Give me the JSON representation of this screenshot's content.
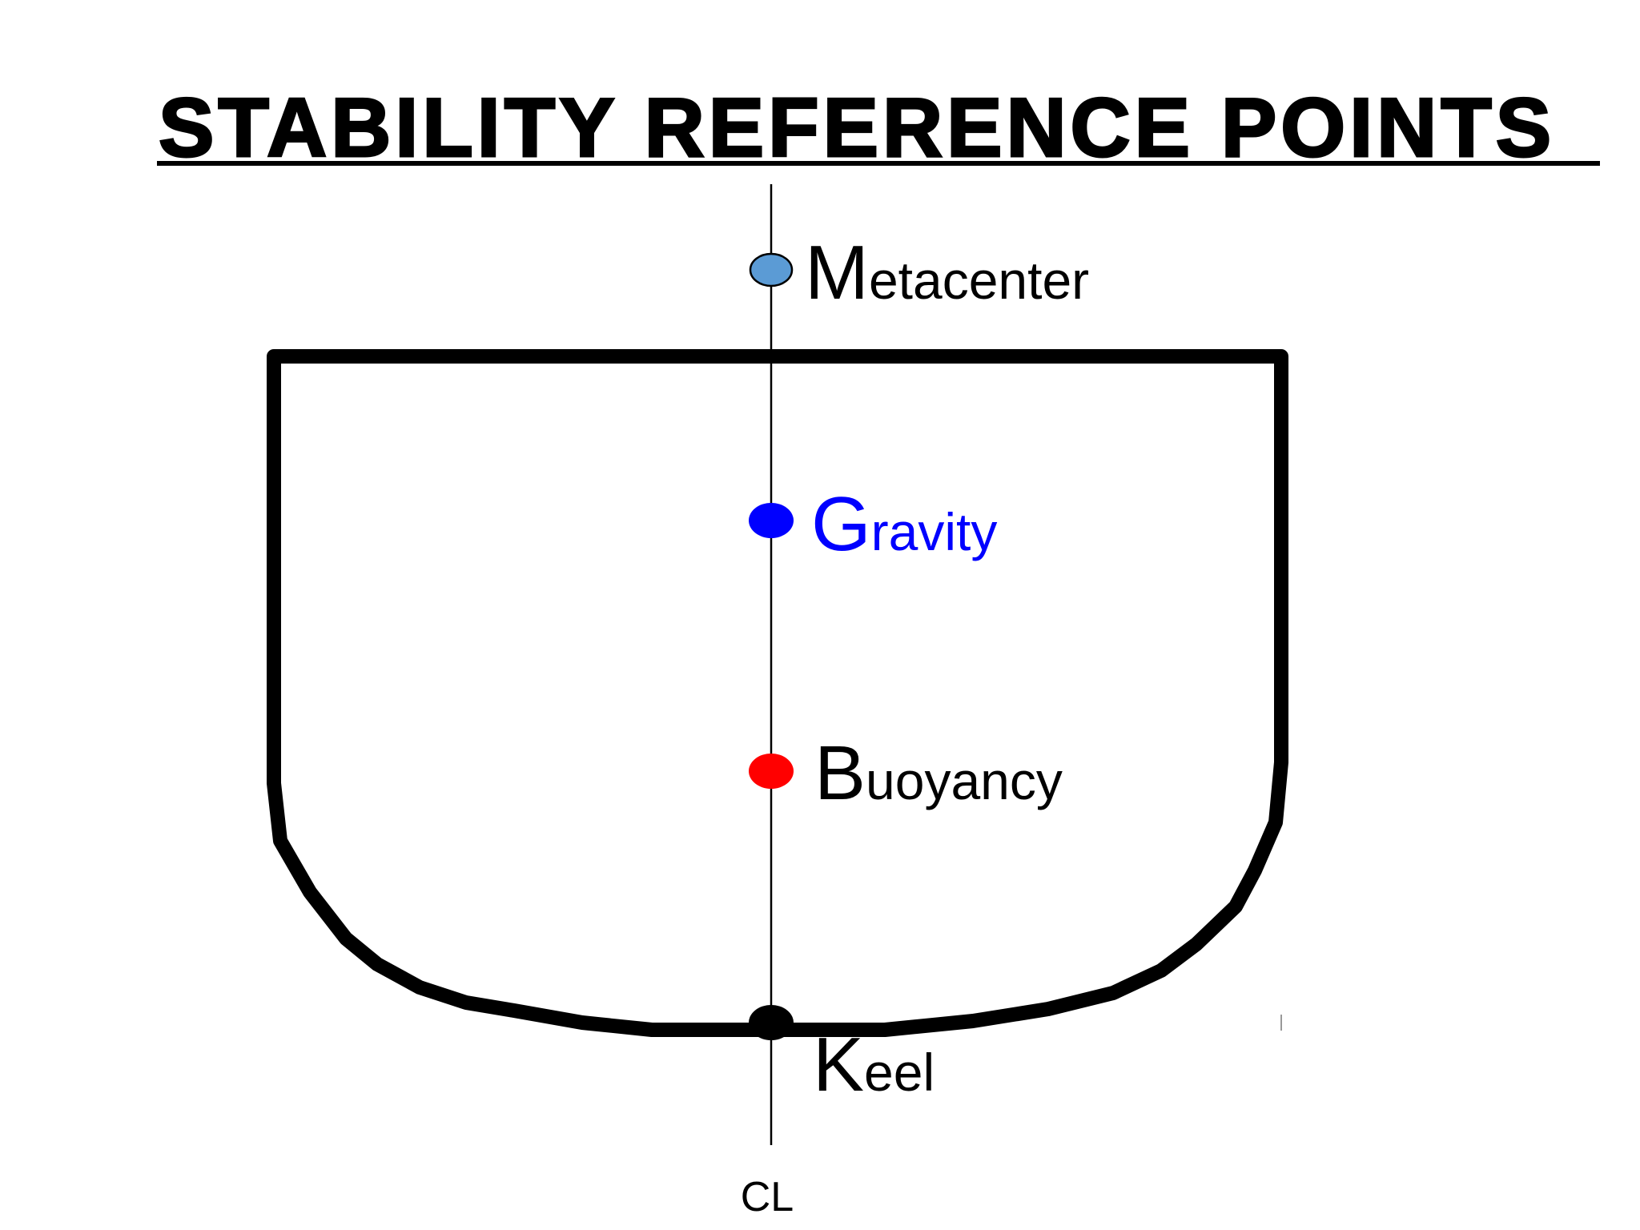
{
  "title": "STABILITY REFERENCE POINTS",
  "points": {
    "metacenter": {
      "initial": "M",
      "rest": "etacenter",
      "color": "#5b9bd5",
      "text_color": "#000000"
    },
    "gravity": {
      "initial": "G",
      "rest": "ravity",
      "color": "#0000ff",
      "text_color": "#0000ff"
    },
    "buoyancy": {
      "initial": "B",
      "rest": "uoyancy",
      "color": "#ff0000",
      "text_color": "#000000"
    },
    "keel": {
      "initial": "K",
      "rest": "eel",
      "color": "#000000",
      "text_color": "#000000"
    }
  },
  "centerline_label": "CL"
}
